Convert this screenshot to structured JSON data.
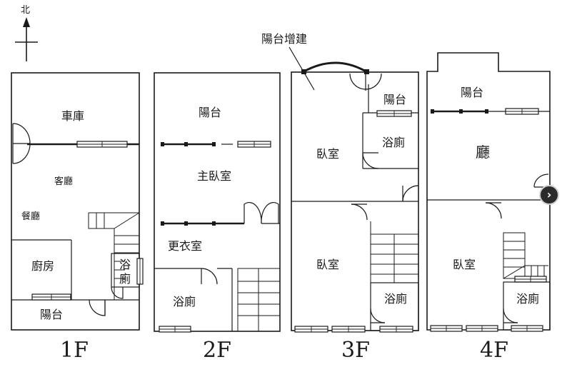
{
  "compass": {
    "label": "北"
  },
  "annotation": {
    "balcony_extension": "陽台增建"
  },
  "floors": [
    {
      "id": "1F",
      "label": "1F",
      "rooms": {
        "garage": "車庫",
        "living": "客廳",
        "dining": "餐廳",
        "kitchen": "廚房",
        "bath_line1": "浴",
        "bath_line2": "廁",
        "balcony": "陽台"
      }
    },
    {
      "id": "2F",
      "label": "2F",
      "rooms": {
        "balcony": "陽台",
        "master": "主臥室",
        "closet": "更衣室",
        "bath": "浴廁"
      }
    },
    {
      "id": "3F",
      "label": "3F",
      "rooms": {
        "bedroom_upper": "臥室",
        "balcony": "陽台",
        "bath_upper": "浴廁",
        "bedroom_lower": "臥室",
        "bath_lower": "浴廁"
      }
    },
    {
      "id": "4F",
      "label": "4F",
      "rooms": {
        "balcony": "陽台",
        "hall": "廳",
        "bedroom": "臥室",
        "bath": "浴廁"
      }
    }
  ],
  "controls": {
    "next_glyph": "›",
    "next_icon": "chevron-right-icon"
  }
}
